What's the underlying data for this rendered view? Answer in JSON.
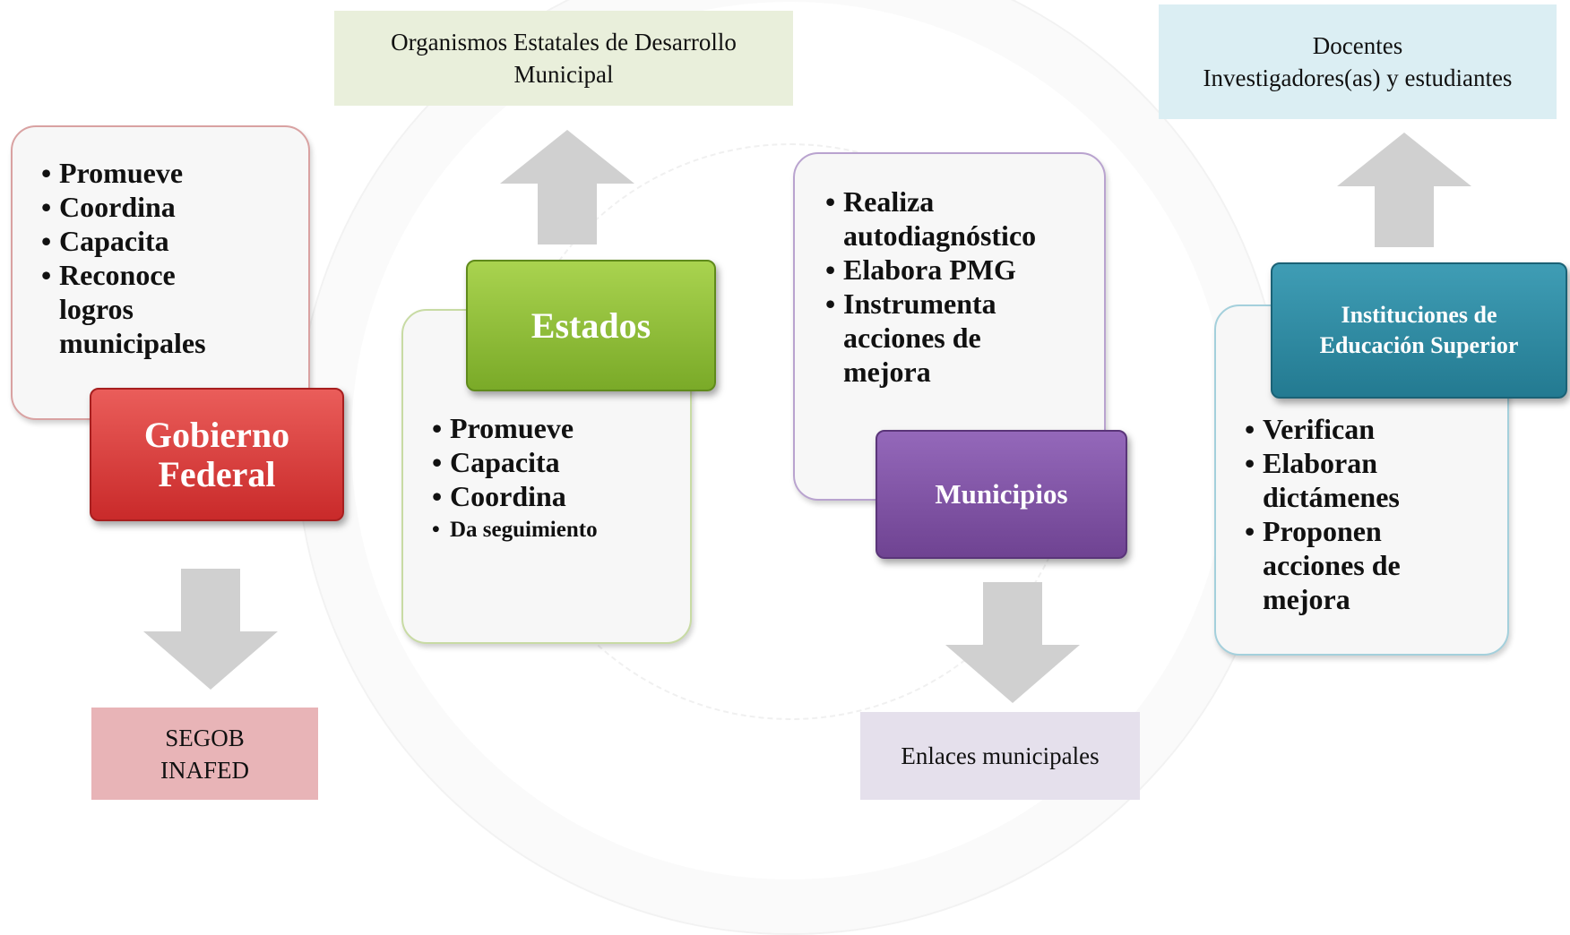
{
  "federal": {
    "title": "Gobierno Federal",
    "actions": [
      "Promueve",
      "Coordina",
      "Capacita",
      "Reconoce logros municipales"
    ],
    "label_lines": [
      "SEGOB",
      "INAFED"
    ]
  },
  "estados": {
    "title": "Estados",
    "actions": [
      "Promueve",
      "Capacita",
      "Coordina",
      "Da seguimiento"
    ],
    "label_lines": [
      "Organismos Estatales de Desarrollo",
      "Municipal"
    ]
  },
  "municipios": {
    "title": "Municipios",
    "actions": [
      "Realiza autodiagnóstico",
      "Elabora PMG",
      "Instrumenta acciones de mejora"
    ],
    "label_lines": [
      "Enlaces municipales"
    ]
  },
  "ies": {
    "title_lines": [
      "Instituciones de",
      "Educación  Superior"
    ],
    "actions": [
      "Verifican",
      "Elaboran dictámenes",
      "Proponen acciones de mejora"
    ],
    "label_lines": [
      "Docentes",
      "Investigadores(as)  y estudiantes"
    ]
  },
  "colors": {
    "federal": "#d63a3a",
    "estados": "#88b930",
    "municipios": "#7c4f9f",
    "ies": "#2b88a0",
    "federal_label": "#e8b4b7",
    "estados_label": "#e9efdb",
    "municipios_label": "#e5e0ec",
    "ies_label": "#dbeef3",
    "arrow": "#d0d0d0"
  }
}
